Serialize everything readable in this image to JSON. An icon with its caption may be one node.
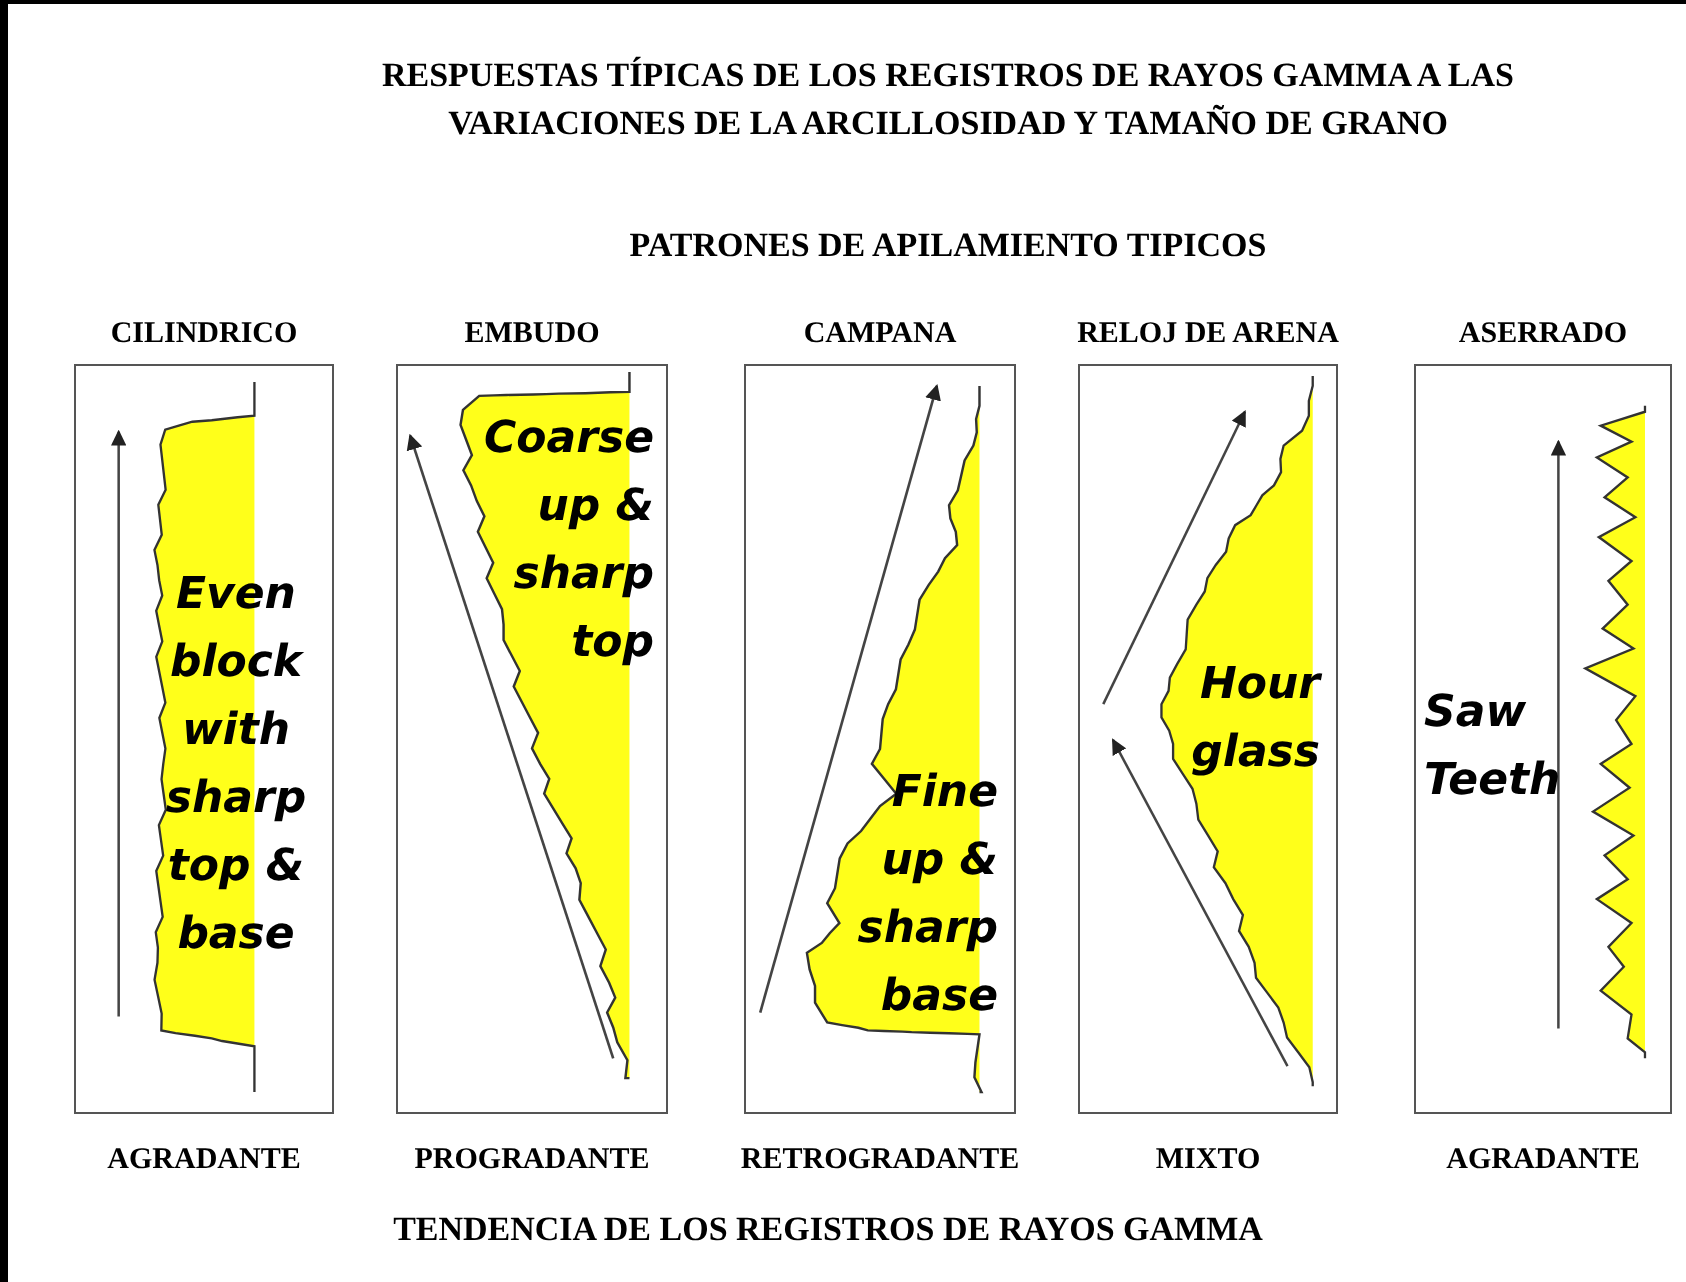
{
  "diagram": {
    "title": "RESPUESTAS TÍPICAS DE LOS REGISTROS DE RAYOS GAMMA A LAS VARIACIONES DE LA ARCILLOSIDAD Y TAMAÑO DE GRANO",
    "caption": "TENDENCIA DE LOS REGISTROS DE RAYOS GAMMA",
    "nodes": [
      {
        "text": [
          "CILINDRICO",
          "Even block with sharp top & base"
        ],
        "beside": [
          "AGRADANTE"
        ]
      },
      {
        "text": [
          "EMBUDO",
          "Coarse up & sharp top"
        ],
        "beside": [
          "PROGRADANTE"
        ]
      },
      {
        "text": [
          "CAMPANA",
          "Fine up & sharp base"
        ],
        "beside": [
          "RETROGRADANTE"
        ]
      },
      {
        "text": [
          "RELOJ DE ARENA",
          "Hour glass"
        ],
        "beside": [
          "MIXTO"
        ]
      },
      {
        "text": [
          "ASERRADO",
          "Saw Teeth"
        ],
        "beside": [
          "AGRADANTE"
        ]
      }
    ],
    "labels": [
      "PATRONES DE APILAMIENTO TIPICOS"
    ]
  }
}
